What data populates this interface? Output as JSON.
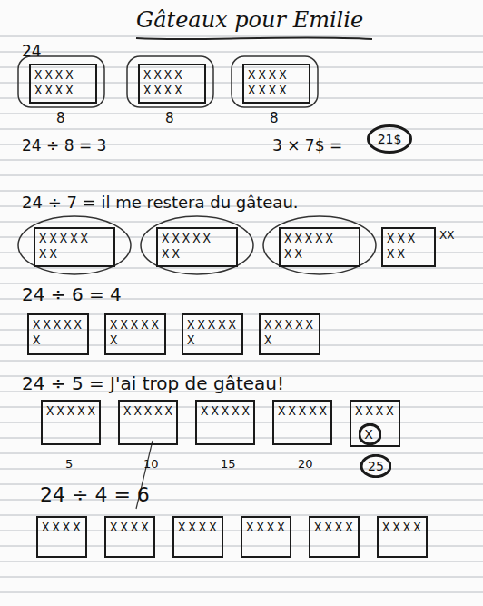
{
  "diagram": {
    "title": "Gâteaux pour Emilie",
    "nodes": [
      {
        "text": [
          "XXXX XXXX"
        ]
      },
      {
        "text": [
          "XXXX XXXX"
        ]
      },
      {
        "text": [
          "XXXX XXXX"
        ]
      },
      {
        "text": [
          "21$"
        ]
      },
      {
        "text": [
          "XXXXX XX"
        ]
      },
      {
        "text": [
          "XXXXX XX"
        ]
      },
      {
        "text": [
          "XXXXX XX"
        ]
      },
      {
        "text": [
          "XXX XX"
        ]
      },
      {
        "text": [
          "XXXXX X"
        ]
      },
      {
        "text": [
          "XXXXX X"
        ]
      },
      {
        "text": [
          "XXXXX X"
        ]
      },
      {
        "text": [
          "XXXXX X"
        ]
      },
      {
        "text": [
          "XXXXX"
        ]
      },
      {
        "text": [
          "XXXXX"
        ]
      },
      {
        "text": [
          "XXXXX"
        ]
      },
      {
        "text": [
          "XXXXX"
        ]
      },
      {
        "text": [
          "XXXX"
        ]
      },
      {
        "text": [
          "X"
        ],
        "in": 16
      },
      {
        "text": [
          "25"
        ]
      },
      {
        "text": [
          "XXXX"
        ]
      },
      {
        "text": [
          "XXXX"
        ]
      },
      {
        "text": [
          "XXXX"
        ]
      },
      {
        "text": [
          "XXXX"
        ]
      },
      {
        "text": [
          "XXXX"
        ]
      },
      {
        "text": [
          "XXXX"
        ]
      }
    ],
    "labels": [
      "24",
      "8",
      "8",
      "8",
      "24 ÷ 8 = 3",
      "3 × 7$ =",
      "24 ÷ 7 = il me restera du gâteau.",
      "XX",
      "24 ÷ 6 = 4",
      "24 ÷ 5 = J'ai trop de gâteau!",
      "5",
      "10",
      "15",
      "20",
      "24 ÷ 4 = 6"
    ]
  }
}
